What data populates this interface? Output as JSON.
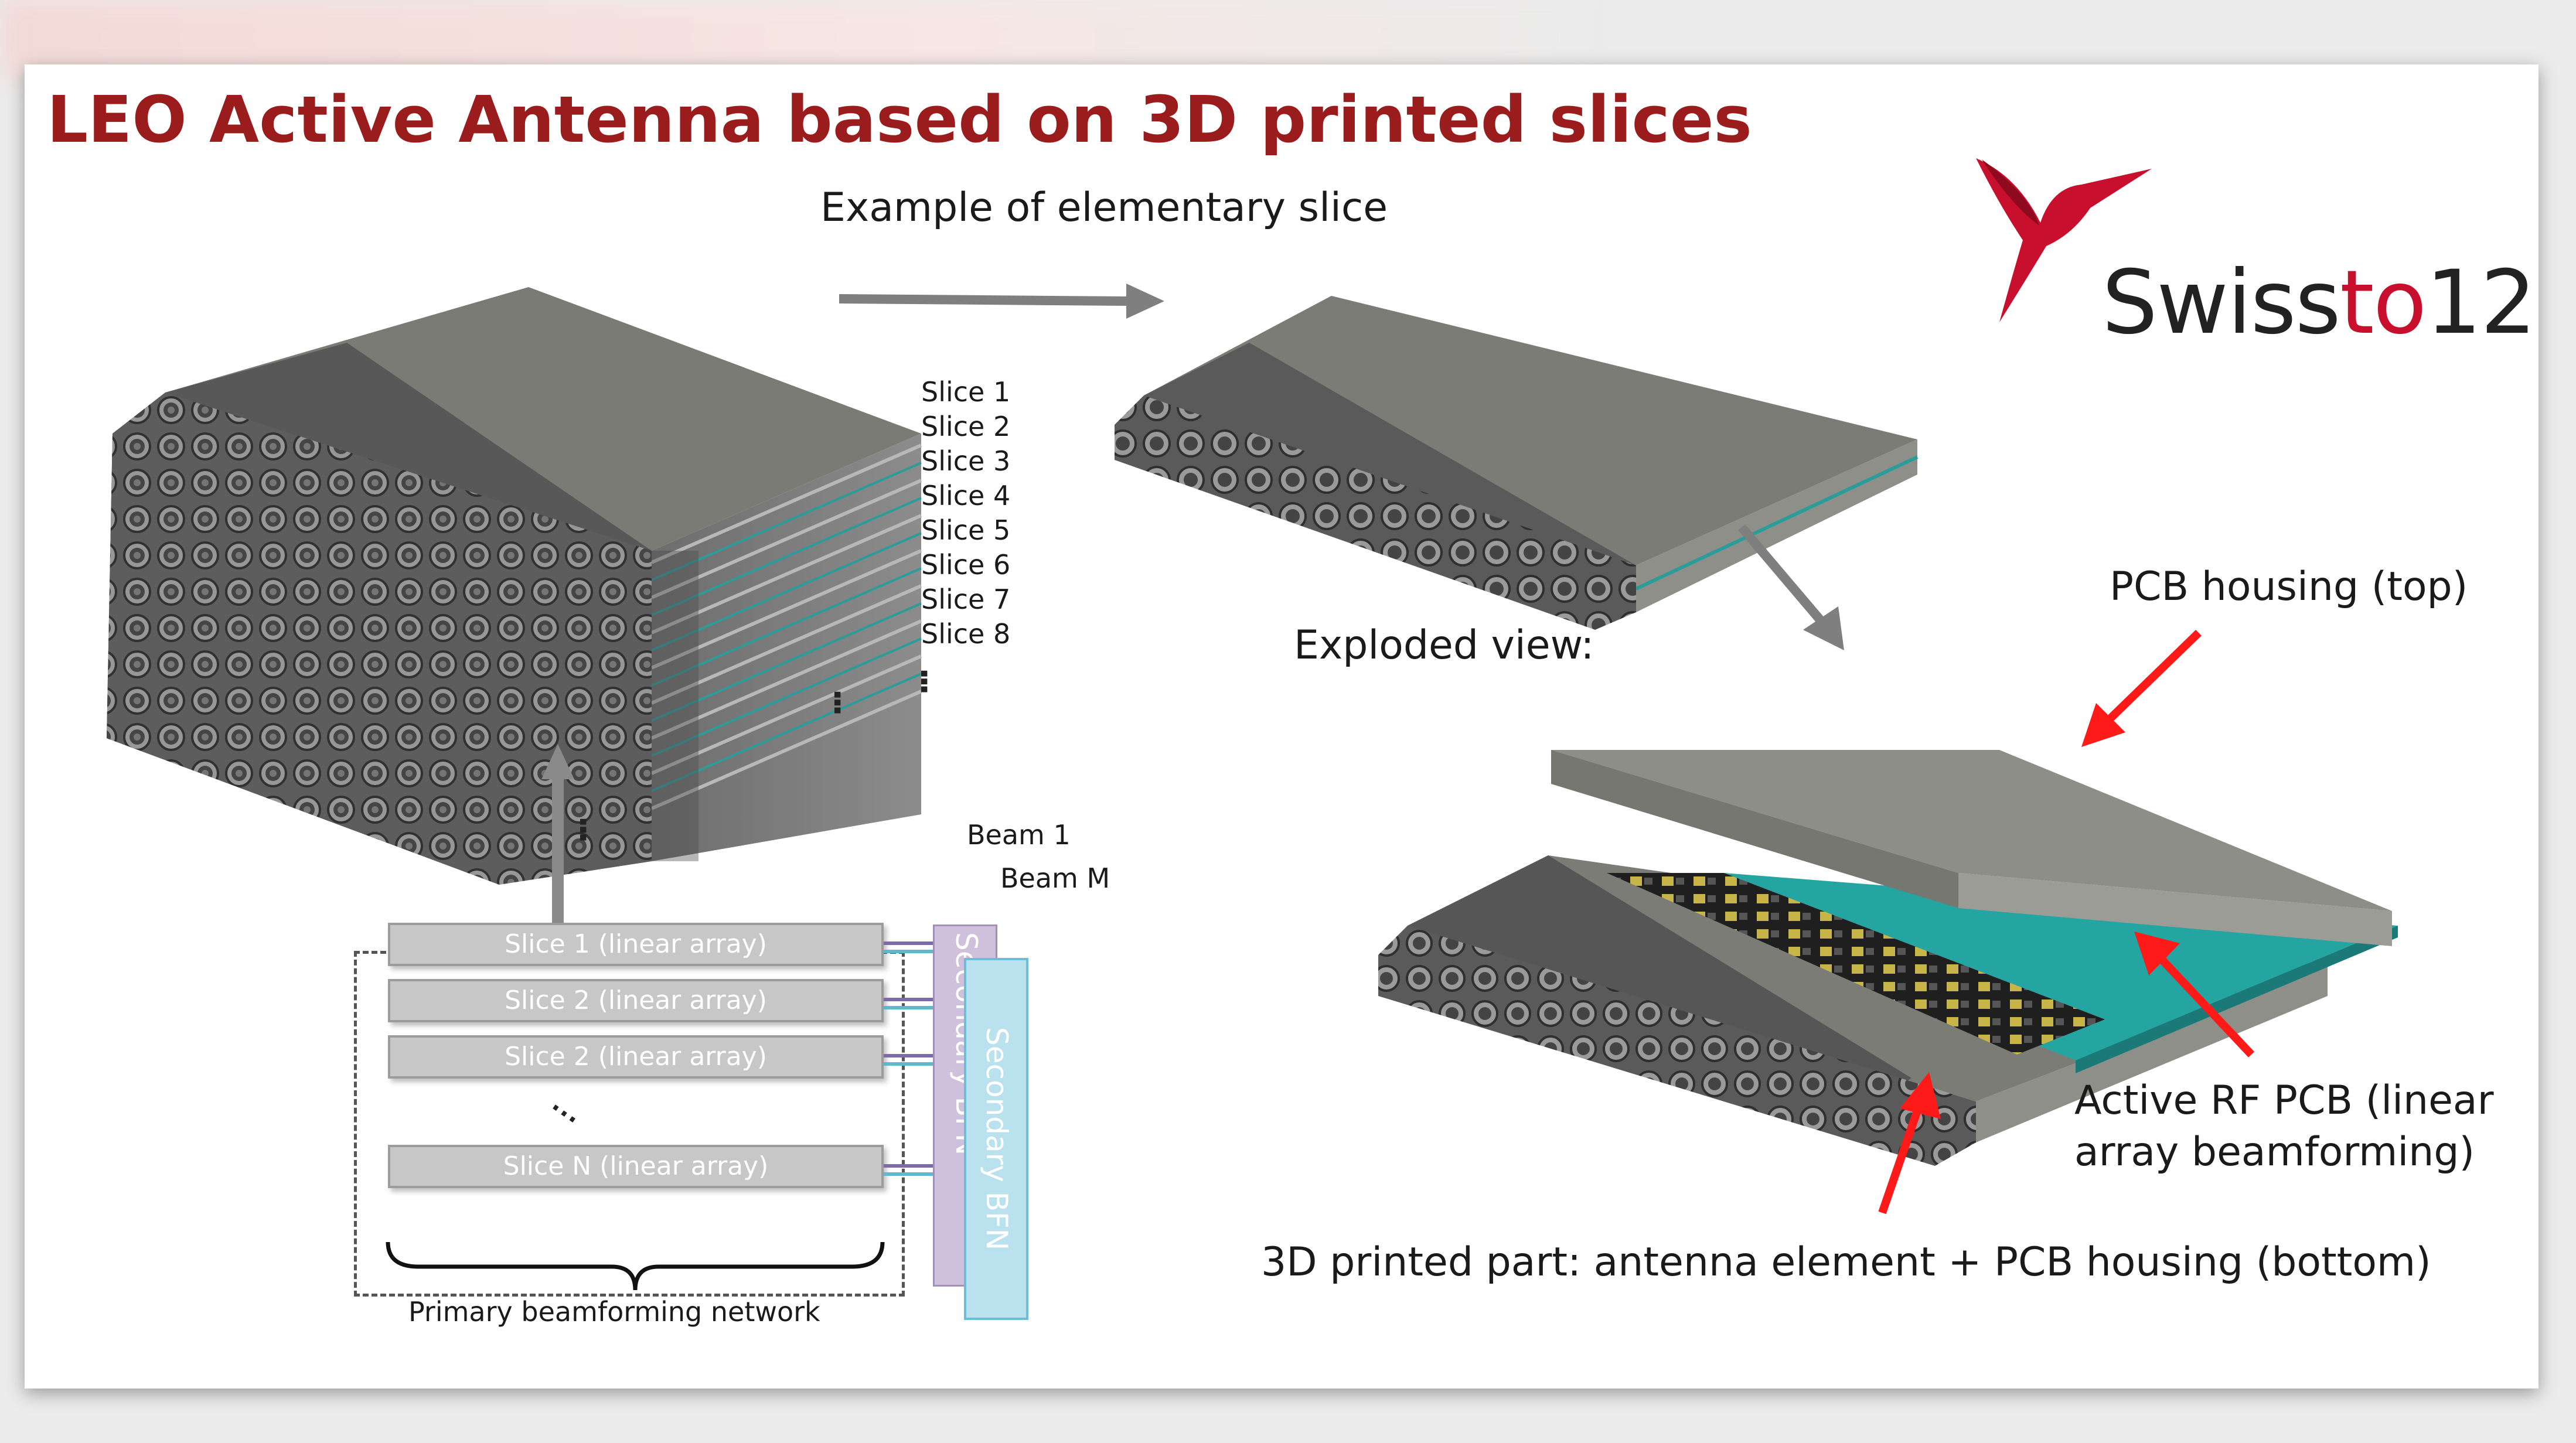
{
  "title": "LEO Active Antenna based on 3D printed slices",
  "example_label": "Example of elementary slice",
  "exploded_label": "Exploded view:",
  "logo": {
    "brand": "Swissto12",
    "text_before": "Swiss",
    "text_accent": "to",
    "text_after": "12",
    "accent_color": "#c8102e",
    "bird_color": "#c8102e"
  },
  "slice_labels": [
    "Slice 1",
    "Slice 2",
    "Slice 3",
    "Slice 4",
    "Slice 5",
    "Slice 6",
    "Slice 7",
    "Slice 8"
  ],
  "beam_labels": {
    "first": "Beam 1",
    "last": "Beam M"
  },
  "primary_rows": [
    "Slice 1 (linear array)",
    "Slice 2 (linear array)",
    "Slice 2 (linear array)",
    "Slice N (linear array)"
  ],
  "secondary_bfn": {
    "back": "Secondary BFN",
    "front": "Secondary BFN"
  },
  "primary_network_label": "Primary beamforming network",
  "callouts": {
    "pcb_top": "PCB housing (top)",
    "active_rf_line1": "Active RF PCB (linear",
    "active_rf_line2": "array beamforming)",
    "printed_part": "3D printed part: antenna element + PCB housing (bottom)"
  },
  "colors": {
    "title": "#9b1c1c",
    "callout_arrow": "#ff1a1a",
    "flow_arrow": "#7f7f7f",
    "pcb": "#24a5a2",
    "housing": "#8a8a84"
  }
}
